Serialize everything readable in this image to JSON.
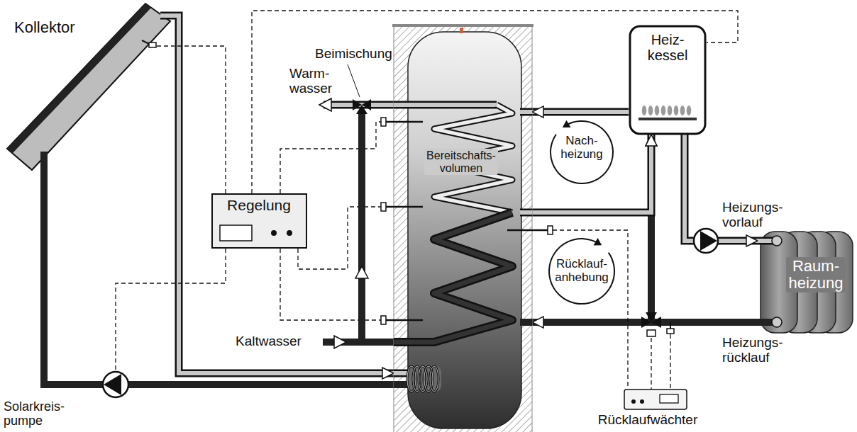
{
  "diagram": {
    "nodes": [
      {
        "text": [
          "Kollektor"
        ]
      },
      {
        "text": [
          "Bereitschafts- volumen"
        ]
      },
      {
        "text": [
          "Heiz- kessel"
        ]
      },
      {
        "text": [
          "Regelung"
        ]
      },
      {
        "text": [
          "Raum- heizung"
        ]
      },
      {
        "text": [
          "Solarkreis- pumpe"
        ]
      },
      {
        "text": [
          "Rücklaufwächter"
        ]
      }
    ],
    "edges": [
      {
        "from": 0,
        "to": 1,
        "arrow": "to"
      },
      {
        "from": 1,
        "to": 5,
        "arrow": "none"
      },
      {
        "from": 5,
        "to": 0,
        "arrow": "none"
      },
      {
        "from": 2,
        "to": 1,
        "arrow": "to"
      },
      {
        "from": 1,
        "to": 2,
        "arrow": "to"
      },
      {
        "from": 4,
        "to": 2,
        "arrow": "to"
      },
      {
        "from": 4,
        "to": 1,
        "arrow": "to"
      },
      {
        "from": 2,
        "to": 4,
        "arrow": "to"
      },
      {
        "from": 3,
        "to": 0,
        "arrow": "none"
      },
      {
        "from": 3,
        "to": 2,
        "arrow": "none"
      },
      {
        "from": 3,
        "to": 5,
        "arrow": "none"
      },
      {
        "from": 3,
        "to": 1,
        "arrow": "none"
      },
      {
        "from": 3,
        "to": 1,
        "arrow": "none"
      },
      {
        "from": 3,
        "to": 1,
        "arrow": "none"
      },
      {
        "from": 6,
        "to": 1,
        "arrow": "none"
      }
    ],
    "labels": [
      "Beimischung",
      "Warm- wasser",
      "Nach- heizung",
      "Heizungs- vorlauf",
      "Rücklauf- anhebung",
      "Kaltwasser",
      "Heizungs- rücklauf"
    ]
  }
}
